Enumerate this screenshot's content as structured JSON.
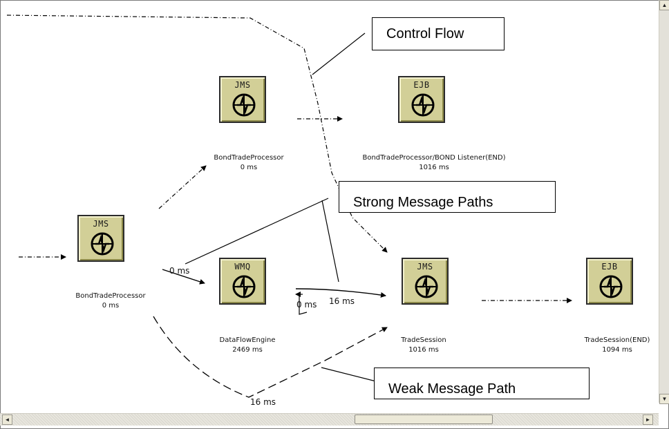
{
  "nodes": [
    {
      "id": "n1",
      "type": "JMS",
      "name": "BondTradeProcessor",
      "time": "0 ms"
    },
    {
      "id": "n2",
      "type": "EJB",
      "name": "BondTradeProcessor/BOND Listener(END)",
      "time": "1016 ms"
    },
    {
      "id": "n3",
      "type": "JMS",
      "name": "BondTradeProcessor",
      "time": "0 ms"
    },
    {
      "id": "n4",
      "type": "WMQ",
      "name": "DataFlowEngine",
      "time": "2469 ms"
    },
    {
      "id": "n5",
      "type": "JMS",
      "name": "TradeSession",
      "time": "1016 ms"
    },
    {
      "id": "n6",
      "type": "EJB",
      "name": "TradeSession(END)",
      "time": "1094 ms"
    }
  ],
  "edge_labels": {
    "entry_to_wmq": "0 ms",
    "loop": "0 ms",
    "wmq_to_trade": "16 ms",
    "weak_path": "16 ms"
  },
  "callouts": {
    "control_flow": "Control Flow",
    "strong_paths": "Strong Message Paths",
    "weak_path": "Weak Message Path"
  },
  "scrollbar": {
    "up_arrow": "▲",
    "down_arrow": "▼",
    "left_arrow": "◄",
    "right_arrow": "►"
  }
}
